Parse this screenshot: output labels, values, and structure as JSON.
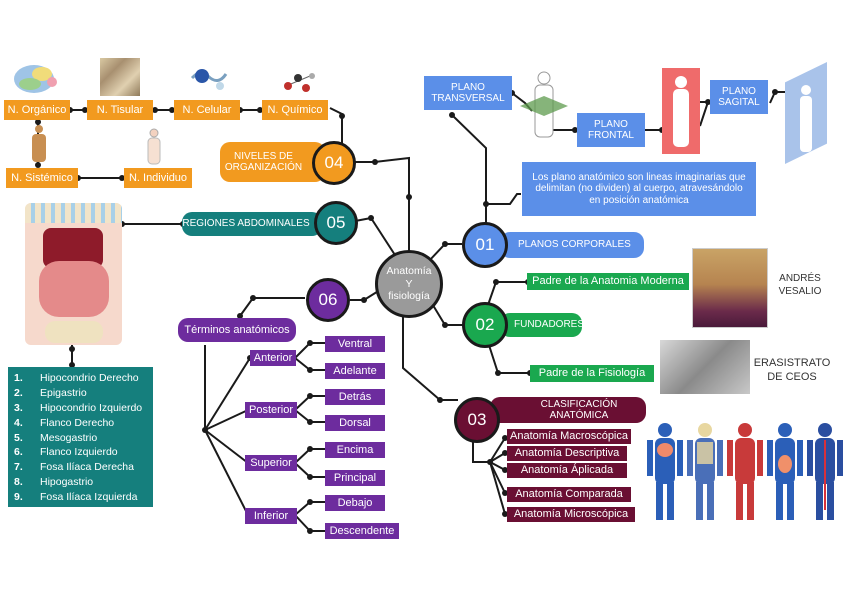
{
  "center": {
    "label_line1": "Anatomía",
    "label_line2": "Y",
    "label_line3": "fisiología"
  },
  "colors": {
    "orange": "#f29a1f",
    "teal": "#157f7d",
    "purple": "#6d2c9e",
    "blue": "#5b8fe8",
    "green": "#1aa84f",
    "maroon": "#6a0f33",
    "gray": "#9a9a9a",
    "line": "#1a1a1a"
  },
  "branches": {
    "b01": {
      "number": "01",
      "title": "PLANOS CORPORALES",
      "planes": {
        "transversal": "PLANO TRANSVERSAL",
        "frontal": "PLANO FRONTAL",
        "sagital": "PLANO SAGITAL"
      },
      "description": "Los plano anatómico son lineas imaginarias que delimitan (no dividen) al cuerpo, atravesándolo en posición anatómica"
    },
    "b02": {
      "number": "02",
      "title": "FUNDADORES",
      "founders": [
        {
          "role": "Padre de la Anatomia Moderna",
          "name_line1": "ANDRÉS",
          "name_line2": "VESALIO"
        },
        {
          "role": "Padre de la Fisiología",
          "name_line1": "ERASISTRATO",
          "name_line2": "DE CEOS"
        }
      ]
    },
    "b03": {
      "number": "03",
      "title": "CLASIFICACIÓN ANATÓMICA",
      "items": [
        "Anatomía Macroscópica",
        "Anatomía Descriptiva",
        "Anatomía Áplicada",
        "Anatomía Comparada",
        "Anatomía Microscópica"
      ]
    },
    "b04": {
      "number": "04",
      "title_line1": "NIVELES DE",
      "title_line2": "ORGANIZACIÓN",
      "levels": [
        "N. Orgánico",
        "N. Tisular",
        "N. Celular",
        "N. Químico",
        "N. Sistémico",
        "N. Individuo"
      ]
    },
    "b05": {
      "number": "05",
      "title": "REGIONES ABDOMINALES",
      "regions": [
        {
          "n": "1.",
          "label": "Hipocondrio Derecho"
        },
        {
          "n": "2.",
          "label": "Epigastrio"
        },
        {
          "n": "3.",
          "label": "Hipocondrio Izquierdo"
        },
        {
          "n": "4.",
          "label": "Flanco Derecho"
        },
        {
          "n": "5.",
          "label": "Mesogastrio"
        },
        {
          "n": "6.",
          "label": "Flanco Izquierdo"
        },
        {
          "n": "7.",
          "label": "Fosa Ilíaca Derecha"
        },
        {
          "n": "8.",
          "label": "Hipogastrio"
        },
        {
          "n": "9.",
          "label": "Fosa Ilíaca Izquierda"
        }
      ]
    },
    "b06": {
      "number": "06",
      "title": "Términos anatómicos",
      "terms": [
        {
          "label": "Anterior",
          "synonyms": [
            "Ventral",
            "Adelante"
          ]
        },
        {
          "label": "Posterior",
          "synonyms": [
            "Detrás",
            "Dorsal"
          ]
        },
        {
          "label": "Superior",
          "synonyms": [
            "Encima",
            "Principal"
          ]
        },
        {
          "label": "Inferior",
          "synonyms": [
            "Debajo",
            "Descendente"
          ]
        }
      ]
    }
  }
}
